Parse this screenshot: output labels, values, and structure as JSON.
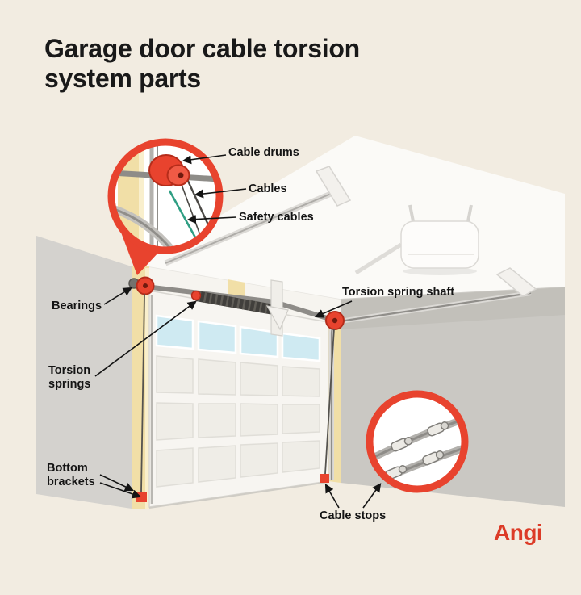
{
  "page": {
    "title": "Garage door cable torsion system parts",
    "background_color": "#f2ece1"
  },
  "diagram": {
    "callout_labels": {
      "cable_drums": "Cable drums",
      "cables": "Cables",
      "safety_cables": "Safety cables"
    },
    "part_labels": {
      "bearings": "Bearings",
      "torsion_spring_shaft": "Torsion spring shaft",
      "torsion_springs": "Torsion springs",
      "bottom_brackets": "Bottom brackets",
      "cable_stops": "Cable stops"
    },
    "colors": {
      "accent_red": "#e8432e",
      "trim_yellow": "#f1dfa7",
      "wall_gray": "#d4d2ce",
      "right_wall_gray": "#cac8c3",
      "spring_dark": "#413f3c",
      "safety_cable_green": "#2f9e83",
      "window_blue": "#cfeaf2"
    }
  },
  "brand": {
    "name": "Angi",
    "color": "#dc3b27"
  }
}
